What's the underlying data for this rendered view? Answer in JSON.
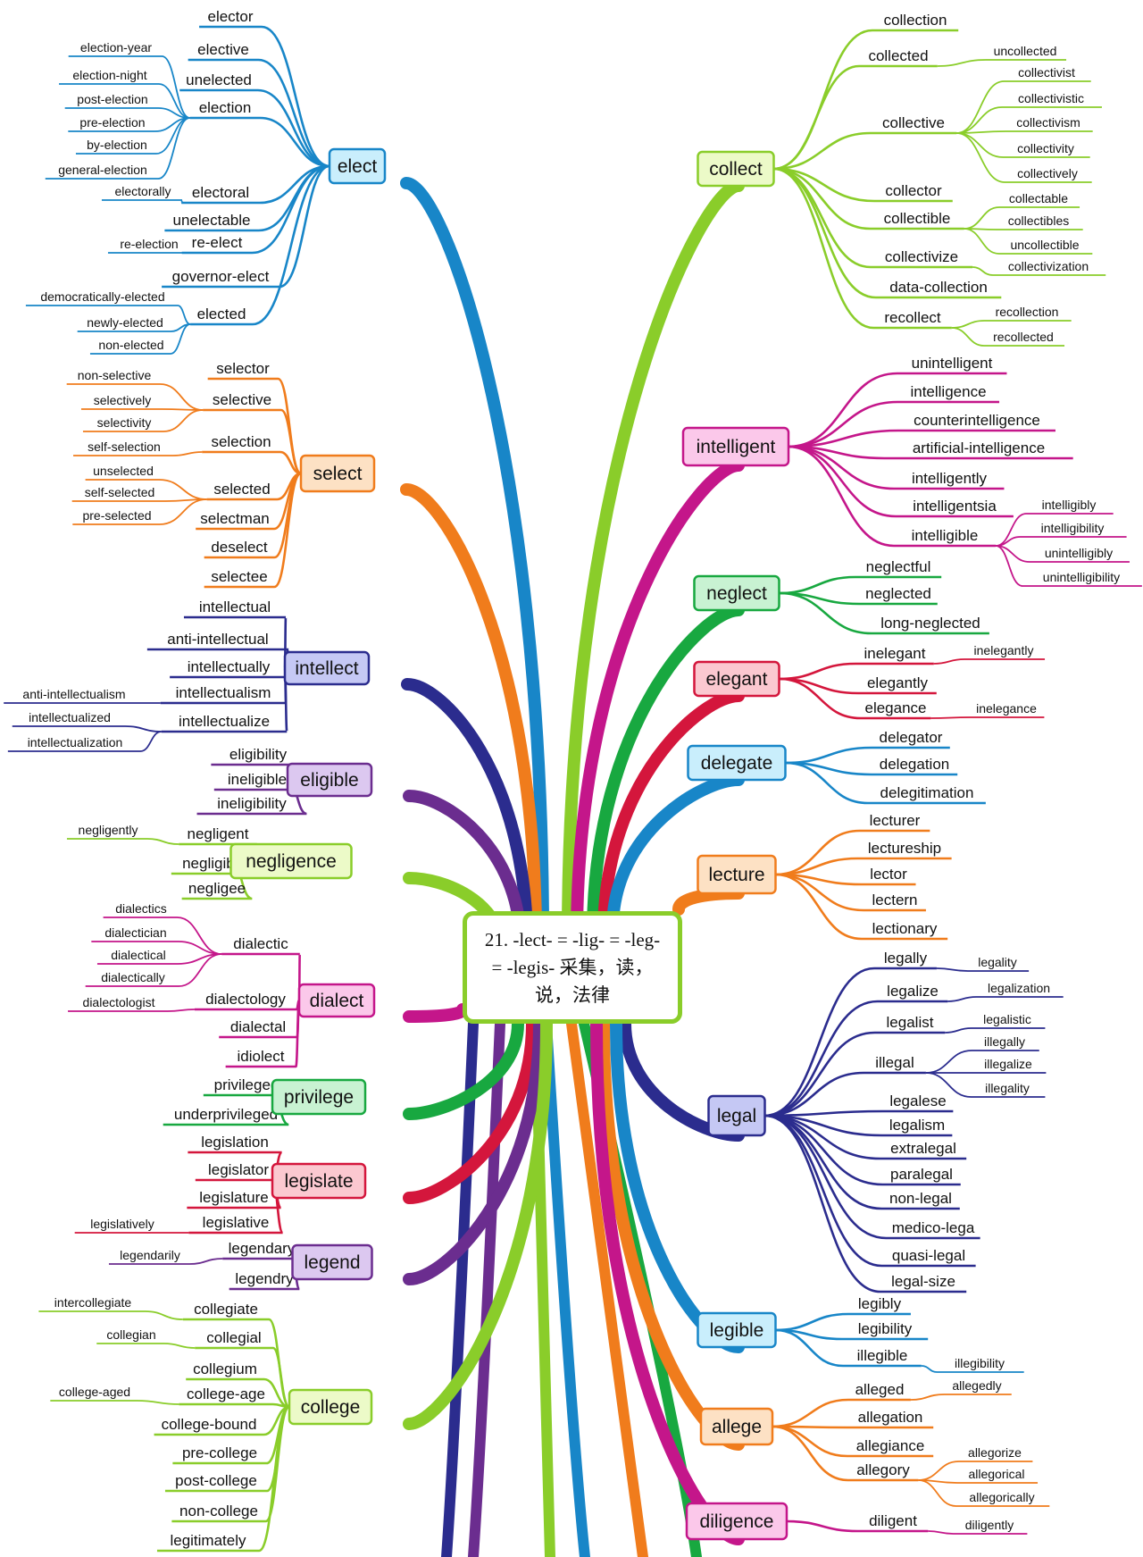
{
  "center": {
    "title": "21. -lect- = -lig- = -leg- = -legis- 采集，读，说，法律",
    "color": "#8acd2a"
  },
  "branches": [
    {
      "id": "elect",
      "label": "elect",
      "color": "#1886c8",
      "fill": "#c9eefc",
      "children": [
        {
          "label": "elector"
        },
        {
          "label": "elective"
        },
        {
          "label": "unelected"
        },
        {
          "label": "election",
          "children": [
            "election-year",
            "election-night",
            "post-election",
            "pre-election",
            "by-election",
            "general-election"
          ]
        },
        {
          "label": "electoral",
          "children": [
            "electorally"
          ]
        },
        {
          "label": "unelectable"
        },
        {
          "label": "re-elect",
          "children": [
            "re-election"
          ]
        },
        {
          "label": "governor-elect"
        },
        {
          "label": "elected",
          "children": [
            "democratically-elected",
            "newly-elected",
            "non-elected"
          ]
        }
      ]
    },
    {
      "id": "select",
      "label": "select",
      "color": "#f07c1c",
      "fill": "#fde1c4",
      "children": [
        {
          "label": "selector"
        },
        {
          "label": "selective",
          "children": [
            "non-selective",
            "selectively",
            "selectivity"
          ]
        },
        {
          "label": "selection",
          "children": [
            "self-selection"
          ]
        },
        {
          "label": "selected",
          "children": [
            "unselected",
            "self-selected",
            "pre-selected"
          ]
        },
        {
          "label": "selectman"
        },
        {
          "label": "deselect"
        },
        {
          "label": "selectee"
        }
      ]
    },
    {
      "id": "intellect",
      "label": "intellect",
      "color": "#2b2c8e",
      "fill": "#c5c8f4",
      "children": [
        {
          "label": "intellectual"
        },
        {
          "label": "anti-intellectual"
        },
        {
          "label": "intellectually"
        },
        {
          "label": "intellectualism",
          "children": [
            "anti-intellectualism"
          ]
        },
        {
          "label": "intellectualize",
          "children": [
            "intellectualized",
            "intellectualization"
          ]
        }
      ]
    },
    {
      "id": "eligible",
      "label": "eligible",
      "color": "#6b2d8f",
      "fill": "#dcc8f0",
      "children": [
        {
          "label": "eligibility"
        },
        {
          "label": "ineligible"
        },
        {
          "label": "ineligibility"
        }
      ]
    },
    {
      "id": "negligence",
      "label": "negligence",
      "color": "#8acd2a",
      "fill": "#ecfac8",
      "children": [
        {
          "label": "negligent",
          "children": [
            "negligently"
          ]
        },
        {
          "label": "negligible"
        },
        {
          "label": "negligee"
        }
      ]
    },
    {
      "id": "dialect",
      "label": "dialect",
      "color": "#c4168a",
      "fill": "#fbc8ea",
      "children": [
        {
          "label": "dialectic",
          "children": [
            "dialectics",
            "dialectician",
            "dialectical",
            "dialectically"
          ]
        },
        {
          "label": "dialectology",
          "children": [
            "dialectologist"
          ]
        },
        {
          "label": "dialectal"
        },
        {
          "label": "idiolect"
        }
      ]
    },
    {
      "id": "privilege",
      "label": "privilege",
      "color": "#18a840",
      "fill": "#c8f2d2",
      "children": [
        {
          "label": "privileged"
        },
        {
          "label": "underprivileged"
        }
      ]
    },
    {
      "id": "legislate",
      "label": "legislate",
      "color": "#d4163c",
      "fill": "#fbc8d0",
      "children": [
        {
          "label": "legislation"
        },
        {
          "label": "legislator"
        },
        {
          "label": "legislature"
        },
        {
          "label": "legislative",
          "children": [
            "legislatively"
          ]
        }
      ]
    },
    {
      "id": "legend",
      "label": "legend",
      "color": "#6b2d8f",
      "fill": "#dcc8f0",
      "children": [
        {
          "label": "legendary",
          "children": [
            "legendarily"
          ]
        },
        {
          "label": "legendry"
        }
      ]
    },
    {
      "id": "college",
      "label": "college",
      "color": "#8acd2a",
      "fill": "#ecfac8",
      "children": [
        {
          "label": "collegiate",
          "children": [
            "intercollegiate"
          ]
        },
        {
          "label": "collegial",
          "children": [
            "collegian"
          ]
        },
        {
          "label": "collegium"
        },
        {
          "label": "college-age",
          "children": [
            "college-aged"
          ]
        },
        {
          "label": "college-bound"
        },
        {
          "label": "pre-college"
        },
        {
          "label": "post-college"
        },
        {
          "label": "non-college"
        },
        {
          "label": "legitimately"
        }
      ]
    },
    {
      "id": "collect",
      "label": "collect",
      "color": "#8acd2a",
      "fill": "#ecfac8",
      "children": [
        {
          "label": "collection"
        },
        {
          "label": "collected",
          "children": [
            "uncollected"
          ]
        },
        {
          "label": "collective",
          "children": [
            "collectivist",
            "collectivistic",
            "collectivism",
            "collectivity",
            "collectively"
          ]
        },
        {
          "label": "collector"
        },
        {
          "label": "collectible",
          "children": [
            "collectable",
            "collectibles",
            "uncollectible"
          ]
        },
        {
          "label": "collectivize",
          "children": [
            "collectivization"
          ]
        },
        {
          "label": "data-collection"
        },
        {
          "label": "recollect",
          "children": [
            "recollection",
            "recollected"
          ]
        }
      ]
    },
    {
      "id": "intelligent",
      "label": "intelligent",
      "color": "#c4168a",
      "fill": "#fbc8ea",
      "children": [
        {
          "label": "unintelligent"
        },
        {
          "label": "intelligence"
        },
        {
          "label": "counterintelligence"
        },
        {
          "label": "artificial-intelligence"
        },
        {
          "label": "intelligently"
        },
        {
          "label": "intelligentsia"
        },
        {
          "label": "intelligible",
          "children": [
            "intelligibly",
            "intelligibility",
            "unintelligibly",
            "unintelligibility"
          ]
        }
      ]
    },
    {
      "id": "neglect",
      "label": "neglect",
      "color": "#18a840",
      "fill": "#c8f2d2",
      "children": [
        {
          "label": "neglectful"
        },
        {
          "label": "neglected"
        },
        {
          "label": "long-neglected"
        }
      ]
    },
    {
      "id": "elegant",
      "label": "elegant",
      "color": "#d4163c",
      "fill": "#fbc8d0",
      "children": [
        {
          "label": "inelegant",
          "children": [
            "inelegantly"
          ]
        },
        {
          "label": "elegantly"
        },
        {
          "label": "elegance",
          "children": [
            "inelegance"
          ]
        }
      ]
    },
    {
      "id": "delegate",
      "label": "delegate",
      "color": "#1886c8",
      "fill": "#c9eefc",
      "children": [
        {
          "label": "delegator"
        },
        {
          "label": "delegation"
        },
        {
          "label": "delegitimation"
        }
      ]
    },
    {
      "id": "lecture",
      "label": "lecture",
      "color": "#f07c1c",
      "fill": "#fde1c4",
      "children": [
        {
          "label": "lecturer"
        },
        {
          "label": "lectureship"
        },
        {
          "label": "lector"
        },
        {
          "label": "lectern"
        },
        {
          "label": "lectionary"
        }
      ]
    },
    {
      "id": "legal",
      "label": "legal",
      "color": "#2b2c8e",
      "fill": "#c5c8f4",
      "children": [
        {
          "label": "legally",
          "children": [
            "legality"
          ]
        },
        {
          "label": "legalize",
          "children": [
            "legalization"
          ]
        },
        {
          "label": "legalist",
          "children": [
            "legalistic"
          ]
        },
        {
          "label": "illegal",
          "children": [
            "illegally",
            "illegalize",
            "illegality"
          ]
        },
        {
          "label": "legalese"
        },
        {
          "label": "legalism"
        },
        {
          "label": "extralegal"
        },
        {
          "label": "paralegal"
        },
        {
          "label": "non-legal"
        },
        {
          "label": "medico-lega"
        },
        {
          "label": "quasi-legal"
        },
        {
          "label": "legal-size"
        }
      ]
    },
    {
      "id": "legible",
      "label": "legible",
      "color": "#1886c8",
      "fill": "#c9eefc",
      "children": [
        {
          "label": "legibly"
        },
        {
          "label": "legibility"
        },
        {
          "label": "illegible",
          "children": [
            "illegibility"
          ]
        }
      ]
    },
    {
      "id": "allege",
      "label": "allege",
      "color": "#f07c1c",
      "fill": "#fde1c4",
      "children": [
        {
          "label": "alleged",
          "children": [
            "allegedly"
          ]
        },
        {
          "label": "allegation"
        },
        {
          "label": "allegiance"
        },
        {
          "label": "allegory",
          "children": [
            "allegorize",
            "allegorical",
            "allegorically"
          ]
        }
      ]
    },
    {
      "id": "diligence",
      "label": "diligence",
      "color": "#c4168a",
      "fill": "#fbc8ea",
      "children": [
        {
          "label": "diligent",
          "children": [
            "diligently"
          ]
        }
      ]
    }
  ]
}
